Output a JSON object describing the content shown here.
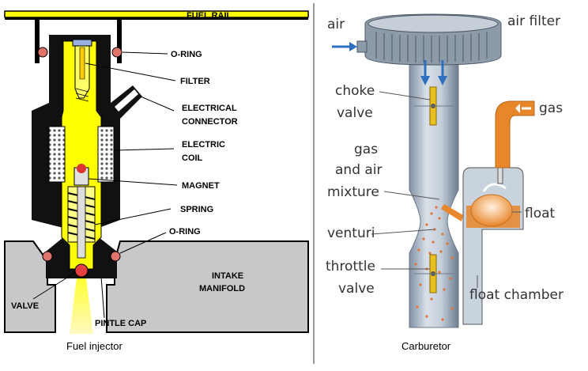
{
  "injector": {
    "caption": "Fuel injector",
    "labels": {
      "fuel_rail": "FUEL RAIL",
      "o_ring_top": "O-RING",
      "filter": "FILTER",
      "electrical_connector_1": "ELECTRICAL",
      "electrical_connector_2": "CONNECTOR",
      "electric_coil_1": "ELECTRIC",
      "electric_coil_2": "COIL",
      "magnet": "MAGNET",
      "spring": "SPRING",
      "o_ring_bottom": "O-RING",
      "intake_manifold_1": "INTAKE",
      "intake_manifold_2": "MANIFOLD",
      "valve": "VALVE",
      "pintle_cap": "PINTLE CAP"
    }
  },
  "carburetor": {
    "caption": "Carburetor",
    "labels": {
      "air": "air",
      "air_filter": "air filter",
      "choke_1": "choke",
      "choke_2": "valve",
      "gas": "gas",
      "mixture_1": "gas",
      "mixture_2": "and air",
      "mixture_3": "mixture",
      "float": "float",
      "venturi": "venturi",
      "throttle_1": "throttle",
      "throttle_2": "valve",
      "float_chamber": "float chamber"
    }
  },
  "colors": {
    "fuel_yellow": "#ffff00",
    "manifold_gray": "#c8c8c8",
    "gas_orange": "#e8862a",
    "carb_blue_gray": "#aebccb"
  }
}
